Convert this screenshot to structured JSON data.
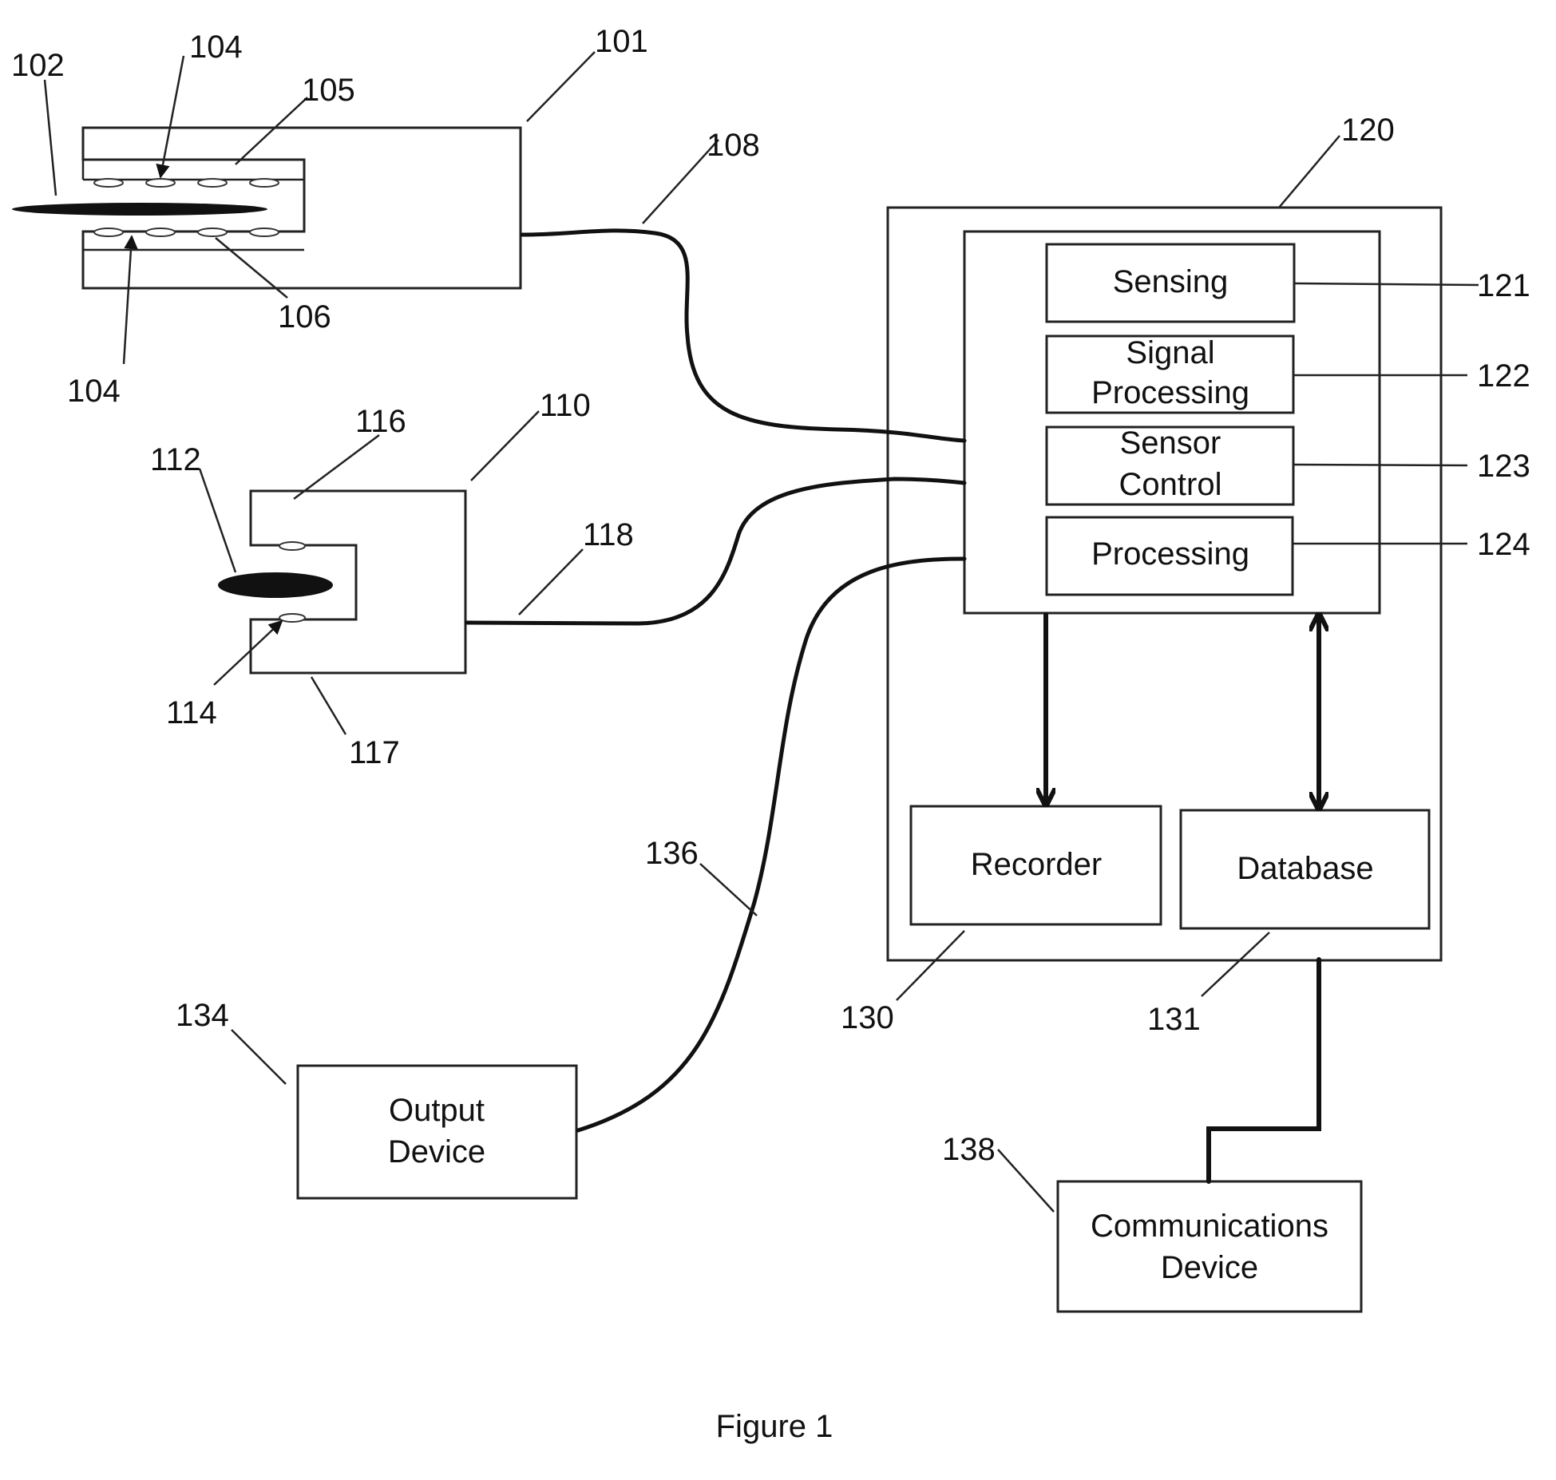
{
  "diagram": {
    "caption": "Figure 1",
    "modules": {
      "sensing": "Sensing",
      "signal_processing": [
        "Signal",
        "Processing"
      ],
      "sensor_control": [
        "Sensor",
        "Control"
      ],
      "processing": "Processing"
    },
    "blocks": {
      "recorder": "Recorder",
      "database": "Database",
      "output_device": [
        "Output",
        "Device"
      ],
      "communications_device": [
        "Communications",
        "Device"
      ]
    },
    "reference_numerals": {
      "r101": "101",
      "r102": "102",
      "r104a": "104",
      "r104b": "104",
      "r105": "105",
      "r106": "106",
      "r108": "108",
      "r110": "110",
      "r112": "112",
      "r114": "114",
      "r116": "116",
      "r117": "117",
      "r118": "118",
      "r120": "120",
      "r121": "121",
      "r122": "122",
      "r123": "123",
      "r124": "124",
      "r130": "130",
      "r131": "131",
      "r134": "134",
      "r136": "136",
      "r138": "138"
    }
  }
}
